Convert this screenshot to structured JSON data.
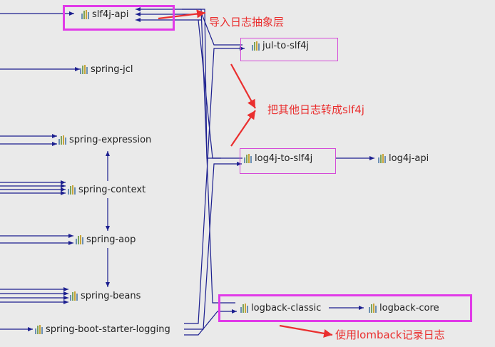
{
  "nodes": {
    "slf4j_api": "slf4j-api",
    "jul_to_slf4j": "jul-to-slf4j",
    "spring_jcl": "spring-jcl",
    "spring_expression": "spring-expression",
    "spring_context": "spring-context",
    "log4j_to_slf4j": "log4j-to-slf4j",
    "log4j_api": "log4j-api",
    "spring_aop": "spring-aop",
    "spring_beans": "spring-beans",
    "logback_classic": "logback-classic",
    "logback_core": "logback-core",
    "spring_boot_starter_logging": "spring-boot-starter-logging"
  },
  "annotations": {
    "import_abstraction": "导入日志抽象层",
    "convert_to_slf4j": "把其他日志转成slf4j",
    "use_logback": "使用lomback记录日志"
  },
  "colors": {
    "background": "#eaeaea",
    "edge": "#1c1f8f",
    "highlight": "#e13ae8",
    "annotation": "#ea2f2f"
  }
}
